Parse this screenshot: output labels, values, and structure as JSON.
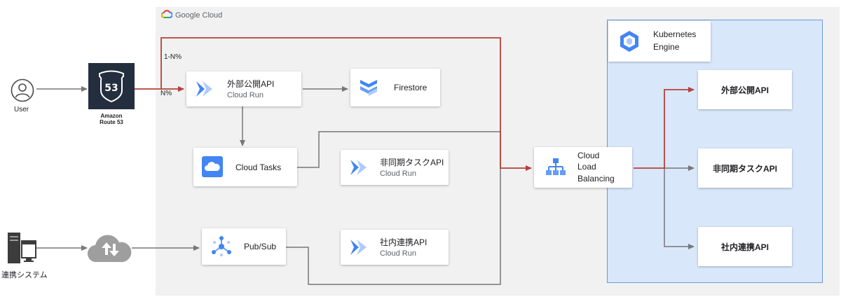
{
  "gcp": {
    "title": "Google Cloud"
  },
  "kubernetes": {
    "title_line1": "Kubernetes",
    "title_line2": "Engine"
  },
  "actors": {
    "user": "User",
    "external_system": "連携システム"
  },
  "route53": {
    "line1": "Amazon",
    "line2": "Route 53",
    "badge": "53"
  },
  "traffic": {
    "split_top": "1-N%",
    "split_bottom": "N%"
  },
  "services": {
    "public_api": {
      "name": "外部公開API",
      "sub": "Cloud Run"
    },
    "firestore": {
      "name": "Firestore"
    },
    "cloud_tasks": {
      "name": "Cloud Tasks"
    },
    "async_api": {
      "name": "非同期タスクAPI",
      "sub": "Cloud Run"
    },
    "pubsub": {
      "name": "Pub/Sub"
    },
    "internal_api": {
      "name": "社内連携API",
      "sub": "Cloud Run"
    },
    "load_balancer": {
      "line1": "Cloud",
      "line2": "Load",
      "line3": "Balancing"
    }
  },
  "gke_apis": {
    "public": "外部公開API",
    "async": "非同期タスクAPI",
    "internal": "社内連携API"
  },
  "colors": {
    "red": "#b5413a",
    "gray": "#777777",
    "blue": "#4285f4",
    "k8s_bg": "#d9e7fb"
  },
  "icons": {
    "user": "user-icon",
    "route53": "route53-icon",
    "server": "server-icon",
    "cloud_upload": "cloud-upload-icon",
    "cloud_run": "cloud-run-icon",
    "firestore": "firestore-icon",
    "cloud_tasks": "cloud-tasks-icon",
    "pubsub": "pubsub-icon",
    "load_balancing": "load-balancing-icon",
    "kubernetes": "kubernetes-icon",
    "google_cloud": "google-cloud-logo-icon"
  }
}
